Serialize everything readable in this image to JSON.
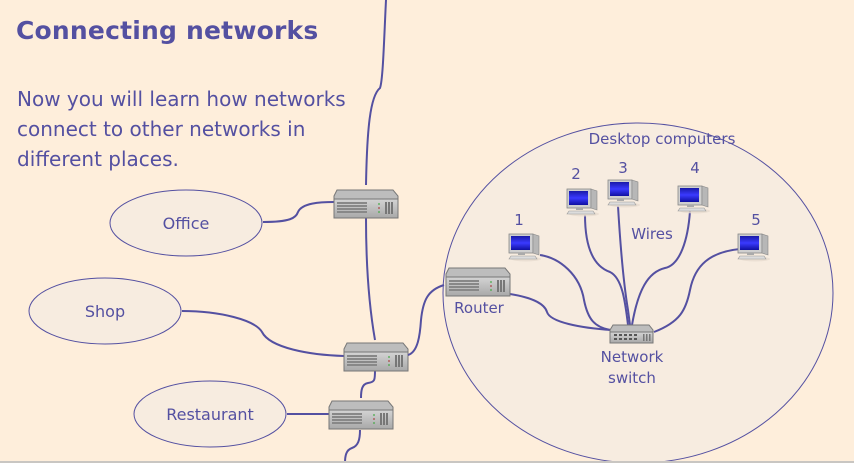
{
  "title": "Connecting networks",
  "intro": "Now you will learn how networks connect to other networks in different places.",
  "diagram": {
    "places": [
      {
        "label": "Office"
      },
      {
        "label": "Shop"
      },
      {
        "label": "Restaurant"
      }
    ],
    "network": {
      "heading": "Desktop computers",
      "computers": [
        "1",
        "2",
        "3",
        "4",
        "5"
      ],
      "wires_label": "Wires",
      "router_label": "Router",
      "switch_label_line1": "Network",
      "switch_label_line2": "switch"
    },
    "colors": {
      "background": "#feeedb",
      "line": "#5450a1",
      "ellipse_fill": "#f7ece0",
      "text": "#5450a1"
    }
  }
}
